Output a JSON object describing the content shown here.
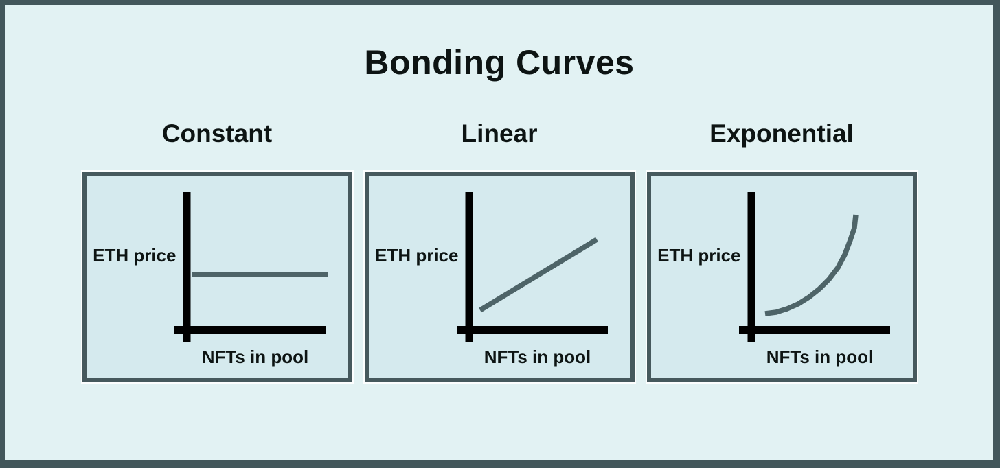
{
  "title": "Bonding Curves",
  "colors": {
    "frame": "#43575b",
    "page_background": "#e2f2f3",
    "panel_background": "#d5eaee",
    "panel_border": "#46595d",
    "axis": "#000000",
    "curve": "#4e6468",
    "text": "#0d1413"
  },
  "panels": [
    {
      "heading": "Constant",
      "y_axis_label": "ETH price",
      "x_axis_label": "NFTs in pool",
      "curve": {
        "type": "constant",
        "description": "flat horizontal line - ETH price stays the same as NFTs in pool increases",
        "points": [
          [
            153,
            144
          ],
          [
            351,
            144
          ]
        ]
      }
    },
    {
      "heading": "Linear",
      "y_axis_label": "ETH price",
      "x_axis_label": "NFTs in pool",
      "curve": {
        "type": "linear",
        "description": "straight rising diagonal line - ETH price increases linearly with NFTs in pool",
        "points": [
          [
            162,
            196
          ],
          [
            332,
            93
          ]
        ]
      }
    },
    {
      "heading": "Exponential",
      "y_axis_label": "ETH price",
      "x_axis_label": "NFTs in pool",
      "curve": {
        "type": "exponential",
        "description": "curve rising slowly then steeply - ETH price increases exponentially with NFTs in pool",
        "points": [
          [
            166,
            201
          ],
          [
            182,
            199
          ],
          [
            198,
            194
          ],
          [
            214,
            187
          ],
          [
            230,
            177
          ],
          [
            245,
            165
          ],
          [
            259,
            151
          ],
          [
            272,
            134
          ],
          [
            282,
            115
          ],
          [
            290,
            94
          ],
          [
            296,
            76
          ],
          [
            298,
            57
          ]
        ]
      }
    }
  ]
}
